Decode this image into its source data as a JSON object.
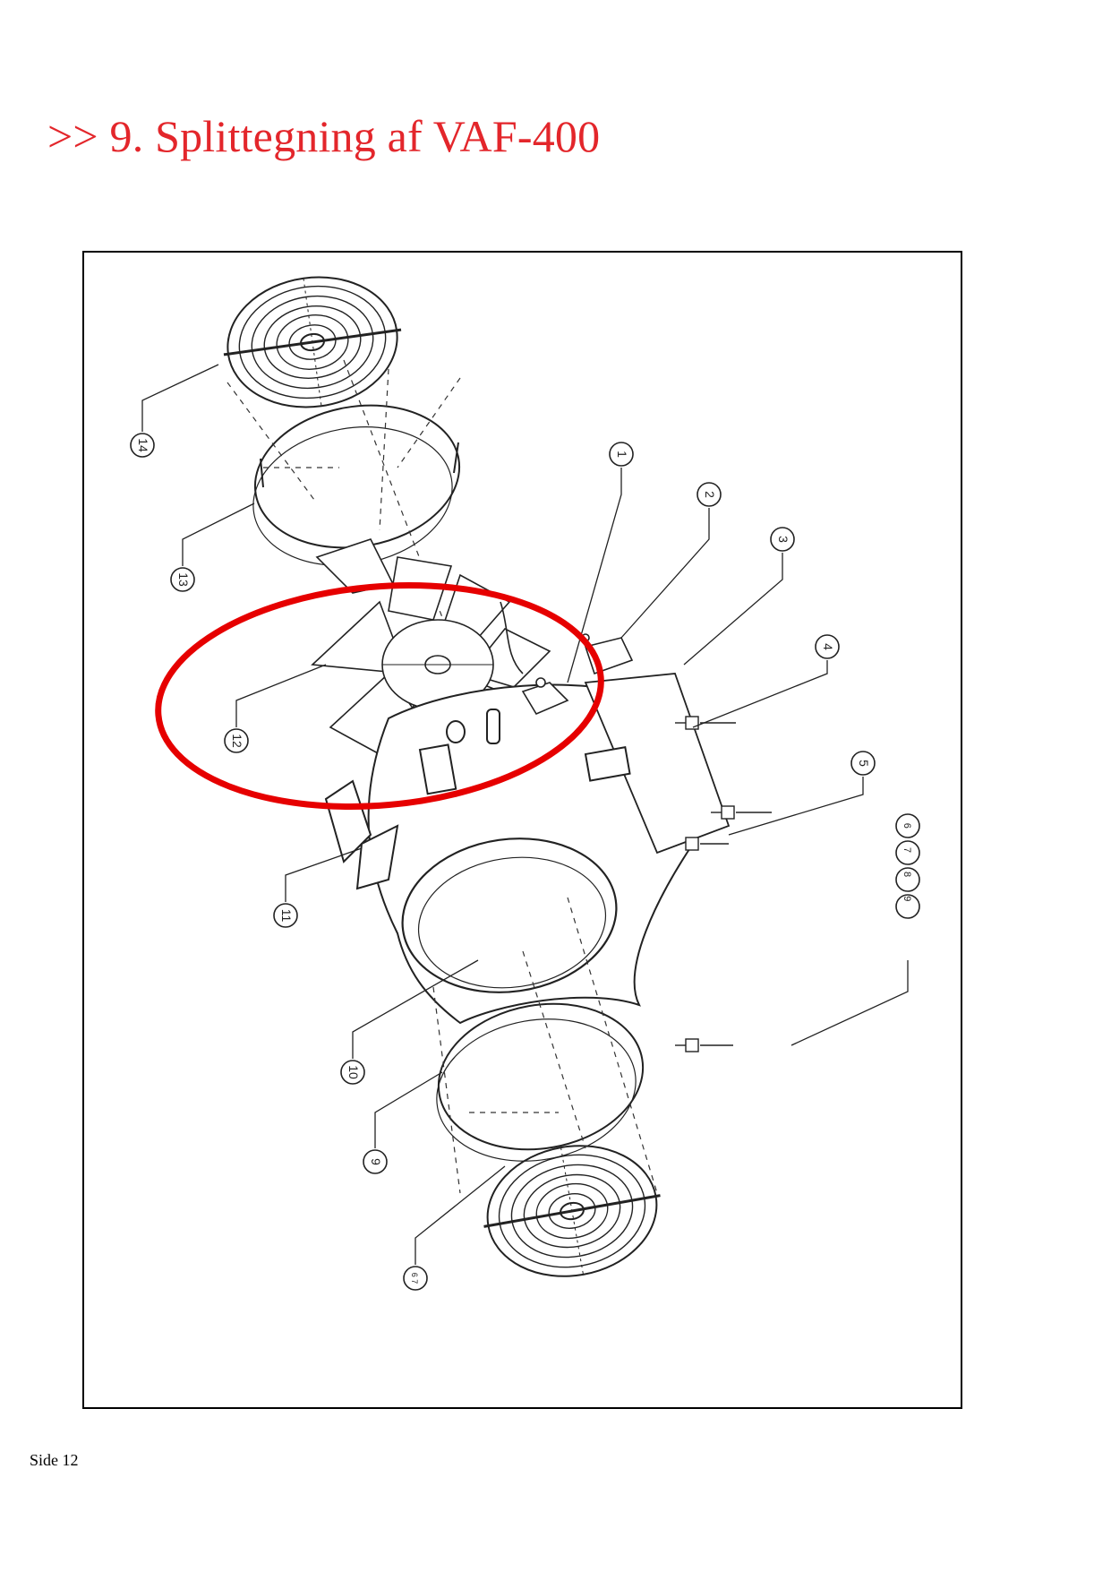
{
  "page": {
    "title": ">> 9. Splittegning af VAF-400",
    "footer": "Side 12"
  },
  "colors": {
    "title": "#e3262b",
    "highlight": "#e60000",
    "drawing": "#222222"
  },
  "figure": {
    "callouts": [
      "1",
      "2",
      "3",
      "4",
      "5",
      "6 7 8 9",
      "6 7",
      "9",
      "10",
      "11",
      "12",
      "13",
      "14"
    ],
    "highlight": "fan-impeller-12"
  }
}
